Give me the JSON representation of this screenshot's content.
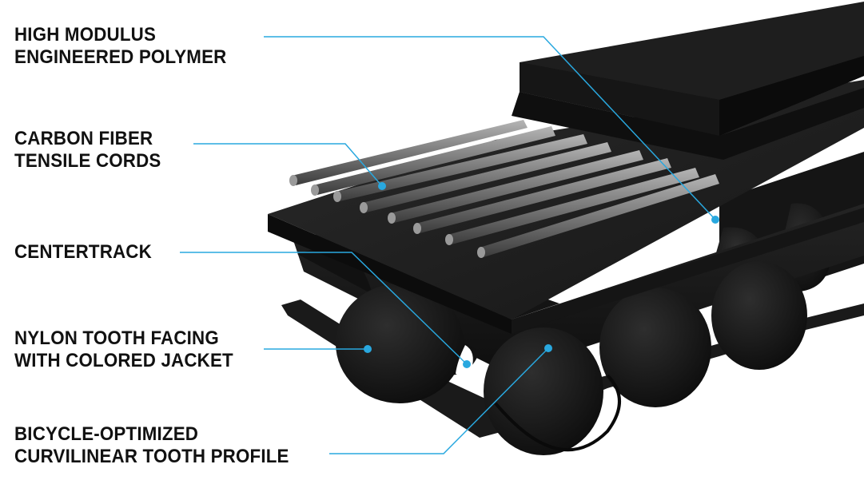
{
  "colors": {
    "callout_line": "#29a8df",
    "callout_dot": "#29a8df",
    "label_text": "#111111",
    "belt_body": "#1c1c1c",
    "cord": "#8a8a8a"
  },
  "callouts": [
    {
      "id": "polymer",
      "lines": [
        "HIGH MODULUS",
        "ENGINEERED POLYMER"
      ]
    },
    {
      "id": "carbon",
      "lines": [
        "CARBON FIBER",
        "TENSILE CORDS"
      ]
    },
    {
      "id": "centertrack",
      "lines": [
        "CENTERTRACK"
      ]
    },
    {
      "id": "nylon",
      "lines": [
        "NYLON TOOTH FACING",
        "WITH COLORED JACKET"
      ]
    },
    {
      "id": "profile",
      "lines": [
        "BICYCLE-OPTIMIZED",
        "CURVILINEAR TOOTH PROFILE"
      ]
    }
  ]
}
